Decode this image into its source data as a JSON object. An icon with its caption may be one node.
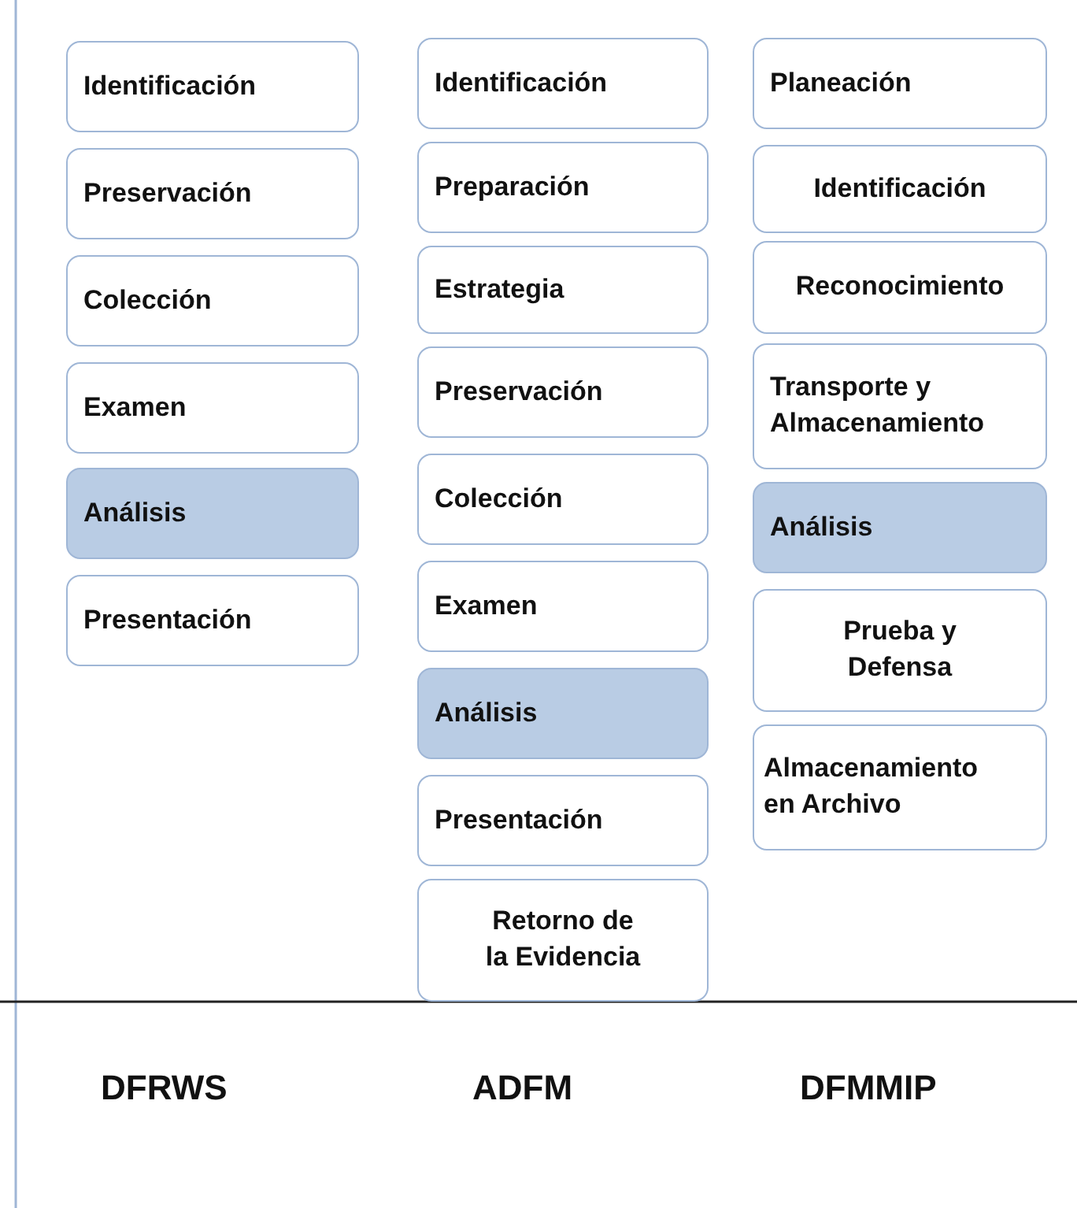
{
  "diagram": {
    "nodes": [
      {
        "text": [
          "Identificación"
        ]
      },
      {
        "text": [
          "Preservación"
        ]
      },
      {
        "text": [
          "Colección"
        ]
      },
      {
        "text": [
          "Examen"
        ]
      },
      {
        "text": [
          "Análisis"
        ]
      },
      {
        "text": [
          "Presentación"
        ]
      },
      {
        "text": [
          "Identificación"
        ]
      },
      {
        "text": [
          "Preparación"
        ]
      },
      {
        "text": [
          "Estrategia"
        ]
      },
      {
        "text": [
          "Preservación"
        ]
      },
      {
        "text": [
          "Colección"
        ]
      },
      {
        "text": [
          "Examen"
        ]
      },
      {
        "text": [
          "Análisis"
        ]
      },
      {
        "text": [
          "Presentación"
        ]
      },
      {
        "text": [
          "Retorno de la Evidencia"
        ]
      },
      {
        "text": [
          "Planeación"
        ]
      },
      {
        "text": [
          "Identificación"
        ]
      },
      {
        "text": [
          "Reconocimiento"
        ]
      },
      {
        "text": [
          "Transporte y Almacenamiento"
        ]
      },
      {
        "text": [
          "Análisis"
        ]
      },
      {
        "text": [
          "Prueba y Defensa"
        ]
      },
      {
        "text": [
          "Almacenamiento en Archivo"
        ]
      }
    ],
    "labels": [
      "DFRWS",
      "ADFM",
      "DFMMIP"
    ]
  }
}
